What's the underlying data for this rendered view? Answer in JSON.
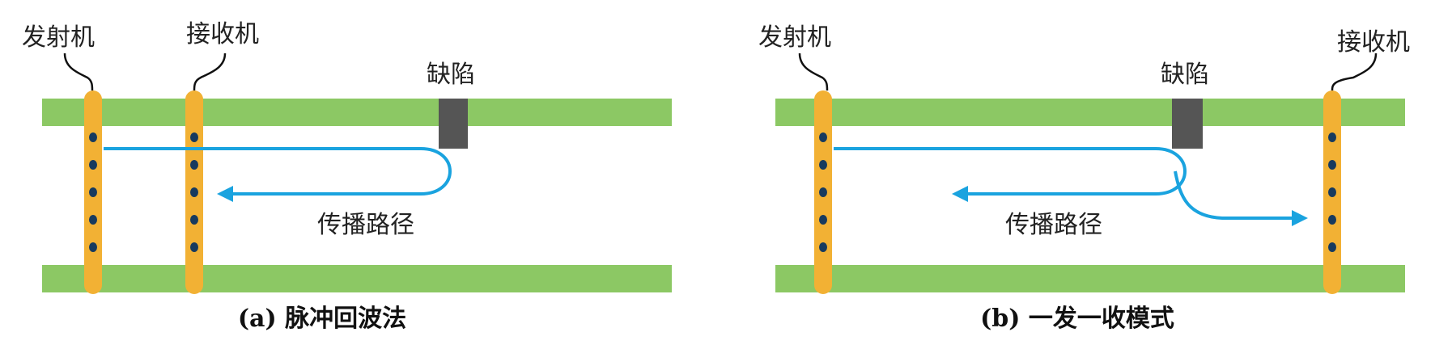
{
  "colors": {
    "plate": "#8cc864",
    "sensor": "#f2b134",
    "dot": "#173a5e",
    "wave": "#1aa3df",
    "defect": "#555555",
    "wire": "#111111"
  },
  "panel_a": {
    "transmitter_label": "发射机",
    "receiver_label": "接收机",
    "defect_label": "缺陷",
    "path_label": "传播路径",
    "caption": "(a) 脉冲回波法"
  },
  "panel_b": {
    "transmitter_label": "发射机",
    "receiver_label": "接收机",
    "defect_label": "缺陷",
    "path_label": "传播路径",
    "caption": "(b) 一发一收模式"
  }
}
